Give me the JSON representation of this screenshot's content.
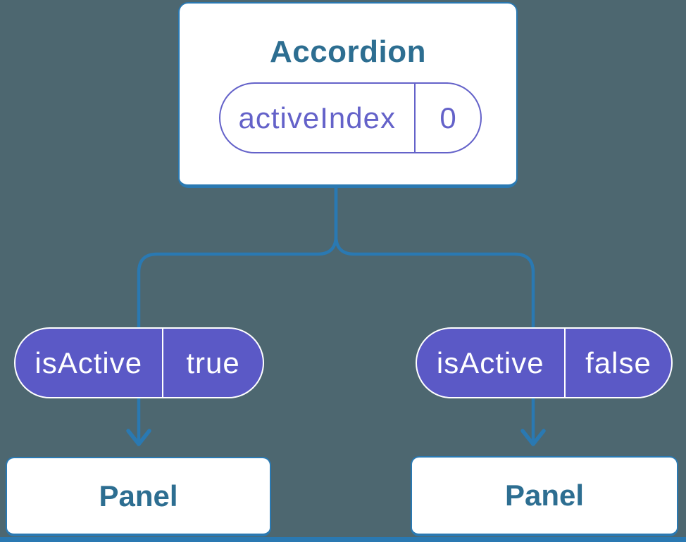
{
  "colors": {
    "background": "#4d6770",
    "line_blue": "#2a79b2",
    "node_text_blue": "#2d6e91",
    "state_purple": "#6462c9",
    "prop_fill_purple": "#5b59c6",
    "node_fill": "#ffffff",
    "prop_text": "#ffffff"
  },
  "tree": {
    "root": {
      "title": "Accordion",
      "state_pill": {
        "name": "activeIndex",
        "value": "0"
      }
    },
    "edges": [
      {
        "prop_pill": {
          "name": "isActive",
          "value": "true"
        }
      },
      {
        "prop_pill": {
          "name": "isActive",
          "value": "false"
        }
      }
    ],
    "children": [
      {
        "title": "Panel"
      },
      {
        "title": "Panel"
      }
    ]
  }
}
